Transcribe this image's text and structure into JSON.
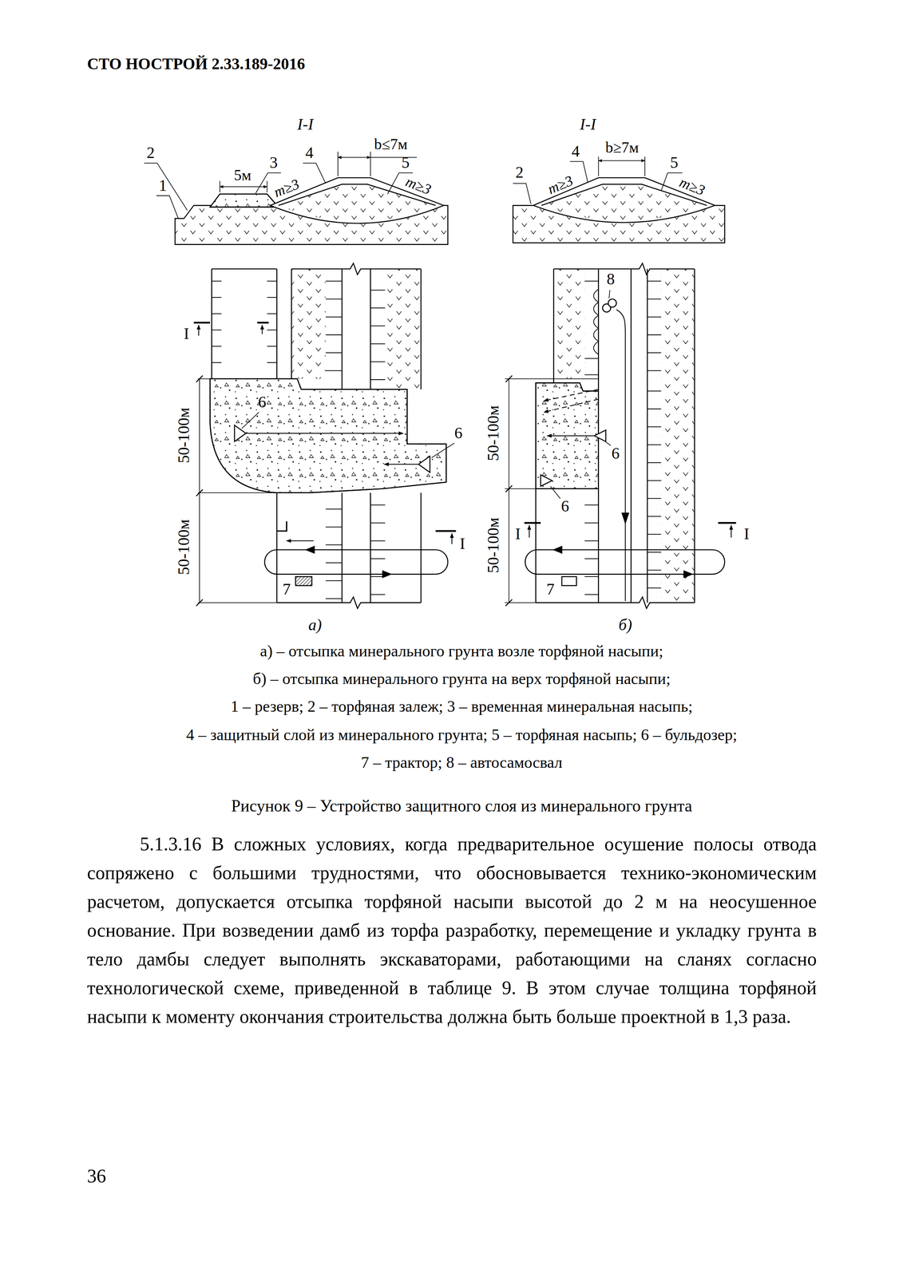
{
  "diagram": {
    "caption": "Рисунок 9 – Устройство защитного слоя из минерального грунта",
    "labels": [
      "СТО НОСТРОЙ 2.33.189-2016",
      "I-I",
      "b≤7м",
      "2",
      "1",
      "5м",
      "3",
      "4",
      "5",
      "m≥3",
      "m≥3",
      "I",
      "6",
      "6",
      "50-100м",
      "50-100м",
      "I",
      "7",
      "а)",
      "I-I",
      "4",
      "b≥7м",
      "2",
      "5",
      "m≥3",
      "m≥3",
      "8",
      "50-100м",
      "6",
      "6",
      "50-100м",
      "I",
      "I",
      "7",
      "б)",
      "а) – отсыпка минерального грунта возле торфяной насыпи;",
      "б) – отсыпка минерального грунта на верх торфяной насыпи;",
      "1 – резерв; 2 – торфяная залеж; 3 – временная минеральная насыпь;",
      "4 – защитный слой из минерального грунта; 5 – торфяная насыпь; 6 – бульдозер;",
      "7 – трактор; 8 – автосамосвал",
      "5.1.3.16 В сложных условиях, когда предварительное осушение полосы отвода сопряжено с большими трудностями, что обосновывается технико-экономическим расчетом, допускается отсыпка торфяной насыпи высотой до 2 м на неосушенное основание. При возведении дамб из торфа разработку, перемещение и укладку грунта в тело дамбы следует выполнять экскаваторами, работающими на сланях согласно технологической схеме, приведенной в таблице 9. В этом случае толщина торфяной насыпи к моменту окончания строительства должна быть больше проектной в 1,3 раза.",
      "36"
    ]
  }
}
